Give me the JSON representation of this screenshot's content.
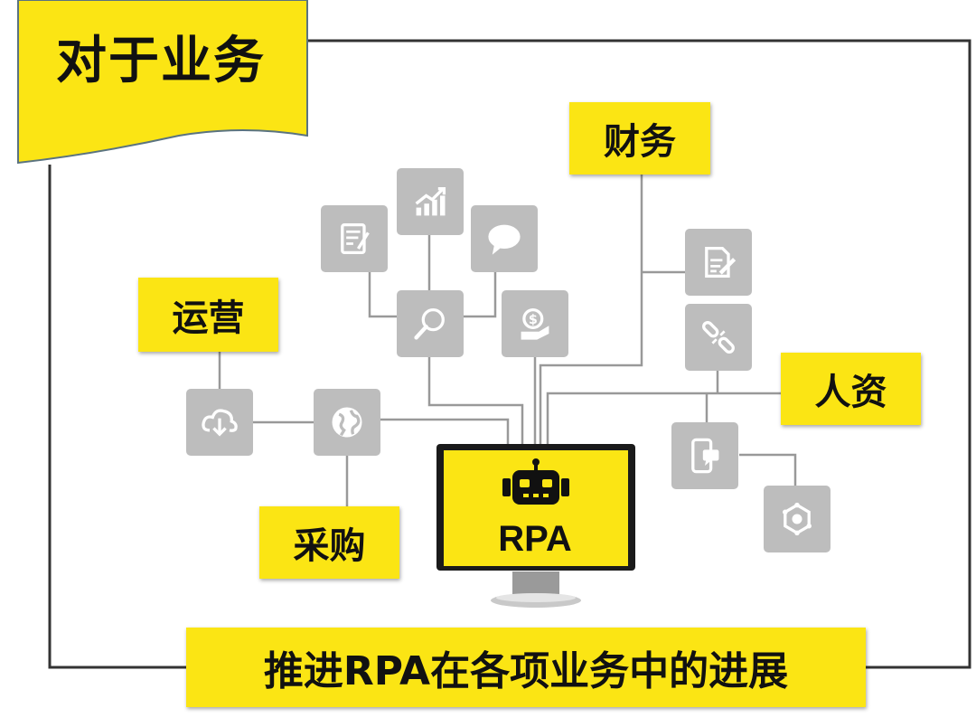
{
  "header": {
    "title": "对于业务"
  },
  "center": {
    "label": "RPA"
  },
  "categories": {
    "finance": "财务",
    "operations": "运营",
    "hr": "人资",
    "procurement": "采购"
  },
  "footer": {
    "caption": "推进RPA在各项业务中的进展"
  },
  "colors": {
    "accent_yellow": "#fbe514",
    "node_gray": "#bdbdbd",
    "line_gray": "#999999",
    "frame": "#333333"
  },
  "icons": [
    "checklist-icon",
    "growth-chart-icon",
    "chat-bubble-icon",
    "magnifier-icon",
    "dollar-hand-icon",
    "document-edit-icon",
    "broken-link-icon",
    "cloud-download-icon",
    "globe-icon",
    "mobile-message-icon",
    "shield-network-icon",
    "robot-icon"
  ]
}
